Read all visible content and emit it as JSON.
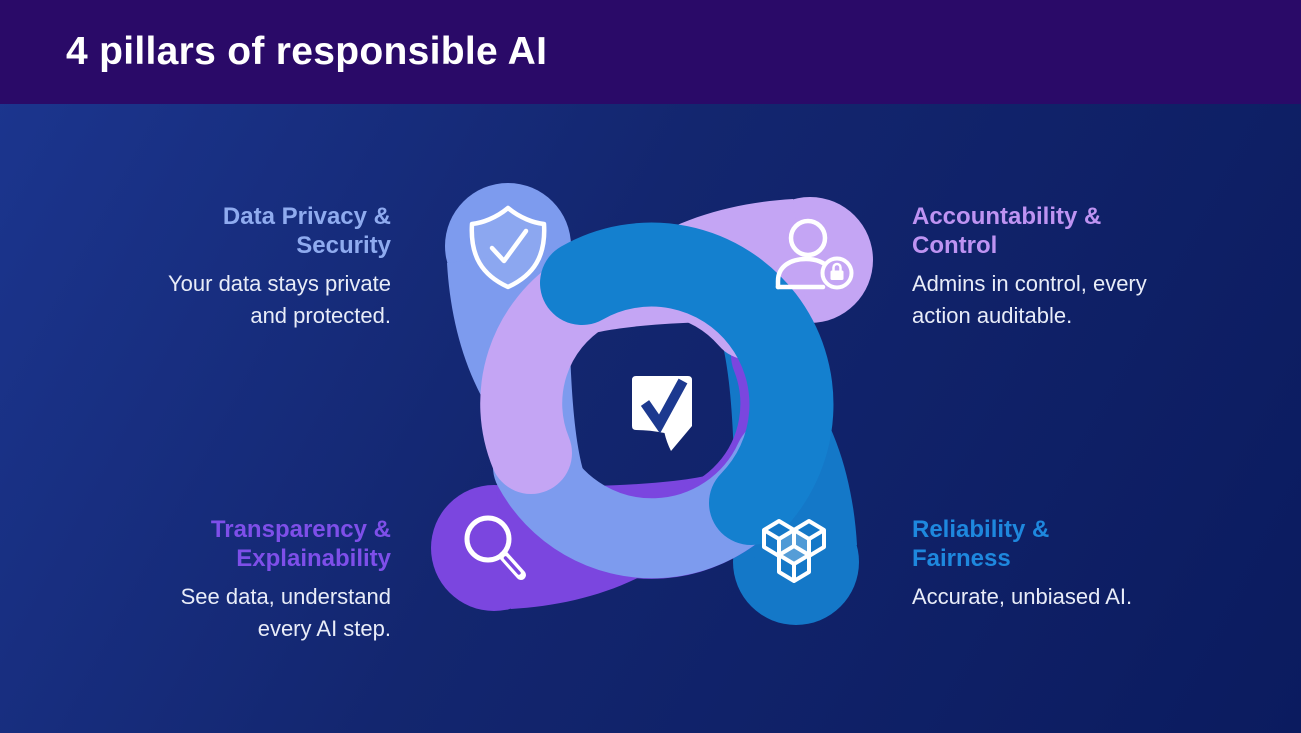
{
  "header": {
    "title": "4 pillars of responsible AI",
    "background_color": "#2A0A68"
  },
  "background": {
    "gradient_start": "#1C3690",
    "gradient_end": "#0B1B5F"
  },
  "pillars": [
    {
      "position": "top-left",
      "name": "Data Privacy & Security",
      "title_lines": [
        "Data Privacy &",
        "Security"
      ],
      "description": "Your data stays private and protected.",
      "description_lines": [
        "Your data stays private",
        "and protected."
      ],
      "title_color": "#8FABEF",
      "icon": "shield-check-icon",
      "petal_color": "#7D9BEE"
    },
    {
      "position": "top-right",
      "name": "Accountability & Control",
      "title_lines": [
        "Accountability &",
        "Control"
      ],
      "description": "Admins in control, every action auditable.",
      "description_lines": [
        "Admins in control, every",
        "action auditable."
      ],
      "title_color": "#BE93F2",
      "icon": "user-lock-icon",
      "petal_color": "#C4A5F4"
    },
    {
      "position": "bottom-left",
      "name": "Transparency & Explainability",
      "title_lines": [
        "Transparency &",
        "Explainability"
      ],
      "description": "See data, understand every AI step.",
      "description_lines": [
        "See data, understand",
        "every AI step."
      ],
      "title_color": "#7E4FE9",
      "icon": "magnifier-icon",
      "petal_color": "#7B46DF"
    },
    {
      "position": "bottom-right",
      "name": "Reliability & Fairness",
      "title_lines": [
        "Reliability &",
        "Fairness"
      ],
      "description": "Accurate, unbiased AI.",
      "description_lines": [
        "Accurate, unbiased AI."
      ],
      "title_color": "#1E88DE",
      "icon": "cubes-icon",
      "petal_color": "#1478C8"
    }
  ],
  "center_graphic": {
    "logo": "smartsheet-checkmark-logo",
    "ring_colors": {
      "lavender": "#C4A5F4",
      "blue": "#1480CF",
      "purple": "#7B46DF",
      "periwinkle": "#7D9BEE"
    }
  }
}
